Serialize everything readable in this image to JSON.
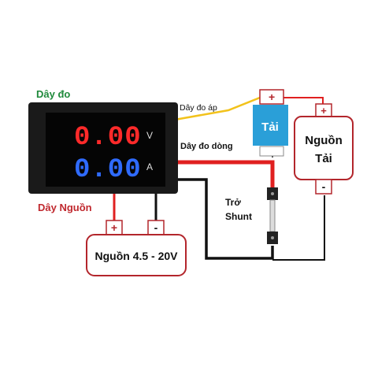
{
  "meter": {
    "voltage_reading": "0.00",
    "current_reading": "0.00",
    "voltage_unit": "V",
    "current_unit": "A"
  },
  "labels": {
    "measure_wire": "Dây đo",
    "power_wire": "Dây Nguồn",
    "voltage_sense_wire": "Dây đo áp",
    "current_sense_wire": "Dây đo dòng",
    "shunt_line1": "Trở",
    "shunt_line2": "Shunt"
  },
  "boxes": {
    "load": "Tải",
    "load_supply_line1": "Nguồn",
    "load_supply_line2": "Tải",
    "power_supply": "Nguồn 4.5 - 20V"
  },
  "terminals": {
    "plus": "+",
    "minus": "-"
  },
  "colors": {
    "voltage_digits": "#ff2a2a",
    "current_digits": "#2f6bff",
    "measure_label": "#1f8a3b",
    "power_label": "#c0282e",
    "box_border": "#b3262c",
    "load_fill": "#2a9fd8",
    "wire_red": "#e02020",
    "wire_black": "#111111",
    "wire_yellow": "#f2c21b"
  }
}
